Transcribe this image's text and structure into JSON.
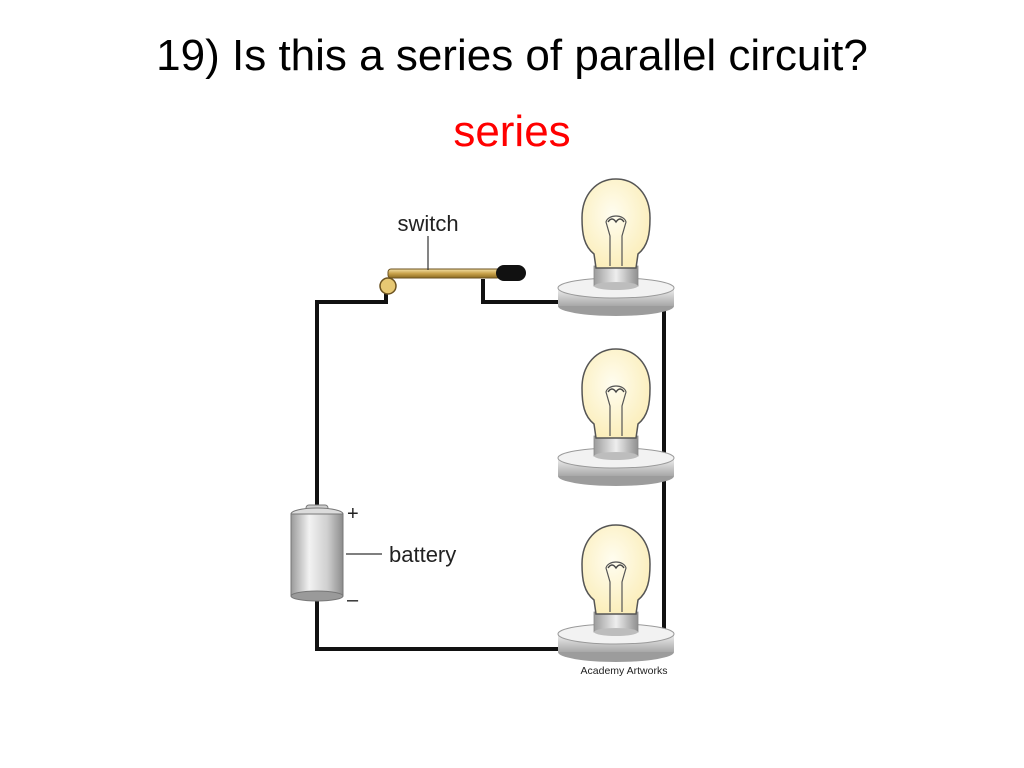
{
  "slide": {
    "title": "19) Is this a series of parallel circuit?",
    "answer": "series",
    "answer_color": "#ff0000"
  },
  "diagram": {
    "labels": {
      "switch": "switch",
      "battery": "battery",
      "plus": "+",
      "minus": "–",
      "credit": "Academy Artworks"
    },
    "components": [
      "switch",
      "battery",
      "light-bulb",
      "light-bulb",
      "light-bulb"
    ],
    "colors": {
      "wire": "#111111",
      "bulb_glass": "#fff6cc",
      "switch_brass": "#c9a24a"
    }
  }
}
